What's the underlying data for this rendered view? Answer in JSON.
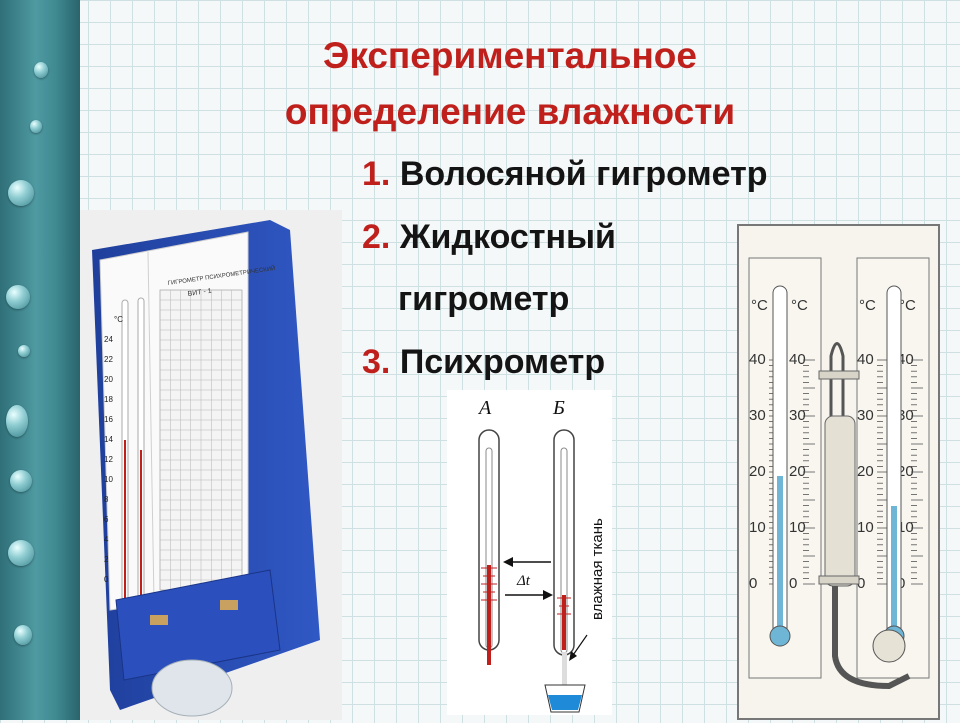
{
  "slide": {
    "title_line1": "Экспериментальное",
    "title_line2": "определение влажности",
    "items": [
      {
        "num": "1.",
        "text": "Волосяной гигрометр"
      },
      {
        "num": "2.",
        "text": "Жидкостный"
      },
      {
        "num": "",
        "text": "гигрометр"
      },
      {
        "num": "3.",
        "text": "Психрометр"
      }
    ]
  },
  "figure_photo": {
    "unit": "°C",
    "scale": [
      "24",
      "22",
      "20",
      "18",
      "16",
      "14",
      "12",
      "10",
      "8",
      "6",
      "4",
      "2",
      "0"
    ],
    "header_text": "ГИГРОМЕТР ПСИХРОМЕТРИЧЕСКИЙ",
    "model": "ВИТ - 1"
  },
  "figure_psychrometer": {
    "label_a": "А",
    "label_b": "Б",
    "delta": "Δt",
    "cloth_label": "влажная ткань"
  },
  "figure_hygrometer": {
    "unit": "°C",
    "scale": [
      "40",
      "30",
      "20",
      "10",
      "0"
    ],
    "liquid_color": "#6fb6d6"
  },
  "colors": {
    "accent": "#c0201c",
    "border": "#3f8991",
    "panel": "#2f4fb0"
  }
}
